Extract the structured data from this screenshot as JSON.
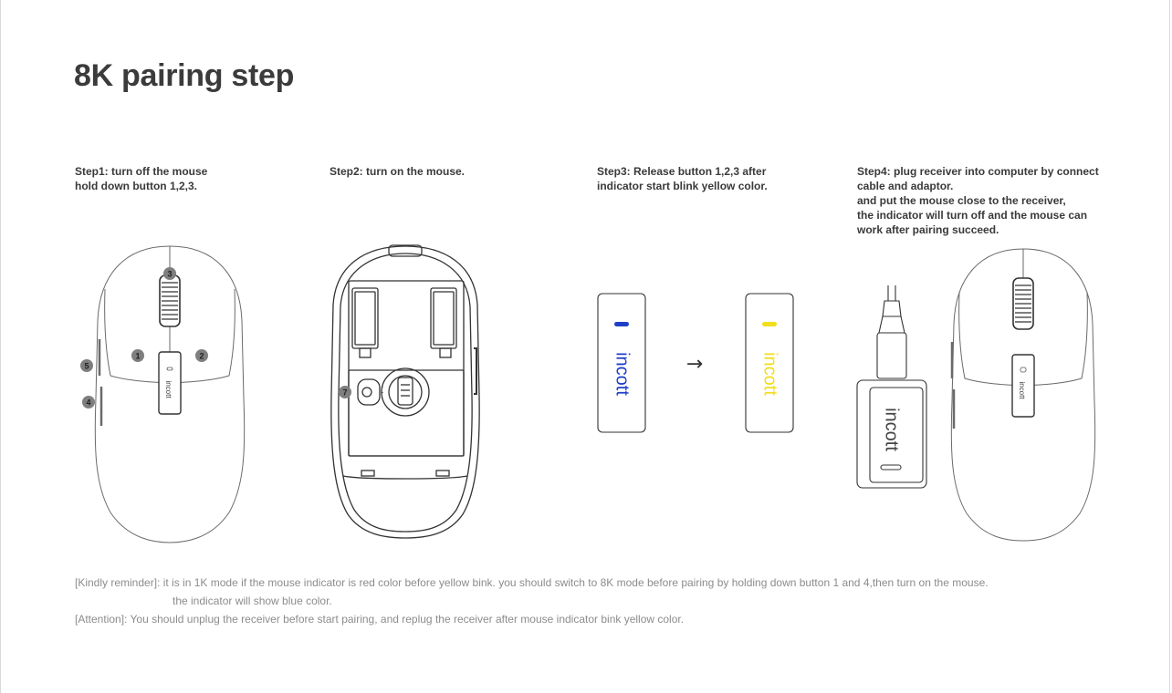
{
  "title": "8K pairing step",
  "steps": [
    {
      "lines": [
        "Step1: turn off the mouse",
        "hold down button 1,2,3."
      ]
    },
    {
      "lines": [
        "Step2: turn on the mouse."
      ]
    },
    {
      "lines": [
        "Step3: Release button 1,2,3 after",
        "indicator start blink yellow color."
      ]
    },
    {
      "lines": [
        "Step4: plug receiver into computer by connect",
        "cable and adaptor.",
        "and put the mouse close to the receiver,",
        "the indicator will turn off and the mouse can",
        "work after pairing succeed."
      ]
    }
  ],
  "callouts": {
    "b1": "1",
    "b2": "2",
    "b3": "3",
    "b4": "4",
    "b5": "5",
    "b7": "7"
  },
  "brand": "incott",
  "arrow": "→",
  "notes": {
    "reminder_label": "[Kindly reminder]:",
    "reminder_text": " it is in 1K mode if the mouse indicator is red color before yellow bink. you should switch to 8K mode before pairing by holding down button 1 and 4,then turn on the mouse.",
    "reminder_text2": "the indicator will show blue color.",
    "attention_label": "[Attention]:",
    "attention_text": " You should unplug the receiver before start pairing, and replug the receiver after mouse indicator bink yellow color."
  },
  "colors": {
    "indicator_blue": "#1f3fc9",
    "indicator_yellow": "#f2de1c",
    "line": "#4a4a4a",
    "callout": "#7f7f7f"
  }
}
